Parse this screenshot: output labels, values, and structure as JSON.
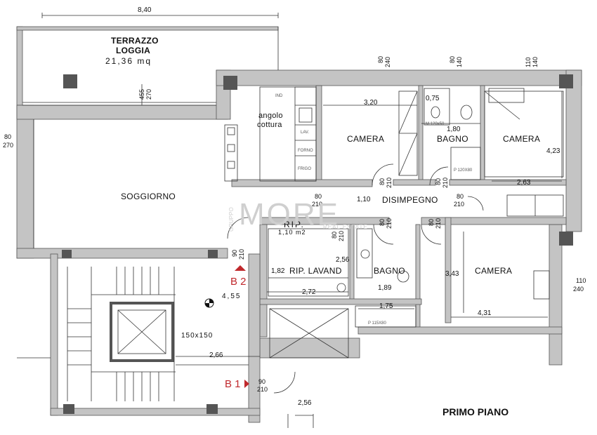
{
  "plan": {
    "title": "PRIMO PIANO",
    "terrace": {
      "name": "TERRAZZO",
      "name2": "LOGGIA",
      "area": "21,36 mq",
      "width": "8,40"
    },
    "rooms": {
      "soggiorno": "SOGGIORNO",
      "angolo": "angolo",
      "cottura": "cottura",
      "camera1": "CAMERA",
      "bagno1": "BAGNO",
      "camera2": "CAMERA",
      "disimpegno": "DISIMPEGNO",
      "rip": "RIP.",
      "rip_area": "1,10 m2",
      "lavand": "RIP. LAVAND",
      "bagno2": "BAGNO",
      "camera3": "CAMERA"
    },
    "kitchen": {
      "ind": "IND",
      "lav": "LAV.",
      "forno": "FORNO",
      "frigo": "FRIGO"
    },
    "fixtures": {
      "m120": "M 120x50",
      "p120": "P 120X80",
      "p115": "P 115X80"
    },
    "dims": {
      "d320": "3,20",
      "d075": "0,75",
      "d180": "1,80",
      "d423": "4,23",
      "d263": "2,63",
      "d110": "1,10",
      "d256": "2,56",
      "d182": "1,82",
      "d272": "2,72",
      "d189": "1,89",
      "d175": "1,75",
      "d343": "3,43",
      "d431": "4,31",
      "d266": "2,66",
      "d256b": "2,56",
      "lift": "150x150",
      "level": "4,55"
    },
    "windows": {
      "w1a": "80",
      "w1b": "240",
      "w2a": "80",
      "w2b": "140",
      "w3a": "110",
      "w3b": "140",
      "w4a": "455",
      "w4b": "270",
      "w5a": "80",
      "w5b": "270",
      "w6a": "110",
      "w6b": "240"
    },
    "doors": {
      "d_a1": "80",
      "d_a2": "210",
      "d_b1": "80",
      "d_b2": "210",
      "d_c1": "80",
      "d_c2": "210",
      "d_d1": "80",
      "d_d2": "210",
      "d_e1": "80",
      "d_e2": "210",
      "d_f1": "80",
      "d_f2": "210",
      "d_g1": "80",
      "d_g2": "210",
      "d_h1": "90",
      "d_h2": "210",
      "d_i1": "90",
      "d_i2": "210"
    },
    "markers": {
      "b2": "B 2",
      "b1": "B 1"
    },
    "watermark": {
      "main": "MORE",
      "side": "GRUPPO",
      "sub": "REAL ESTATE"
    }
  },
  "colors": {
    "wall": "#c4c4c4",
    "wallEdge": "#555555",
    "pillar": "#555555",
    "marker": "#c0282c",
    "line": "#333333"
  }
}
